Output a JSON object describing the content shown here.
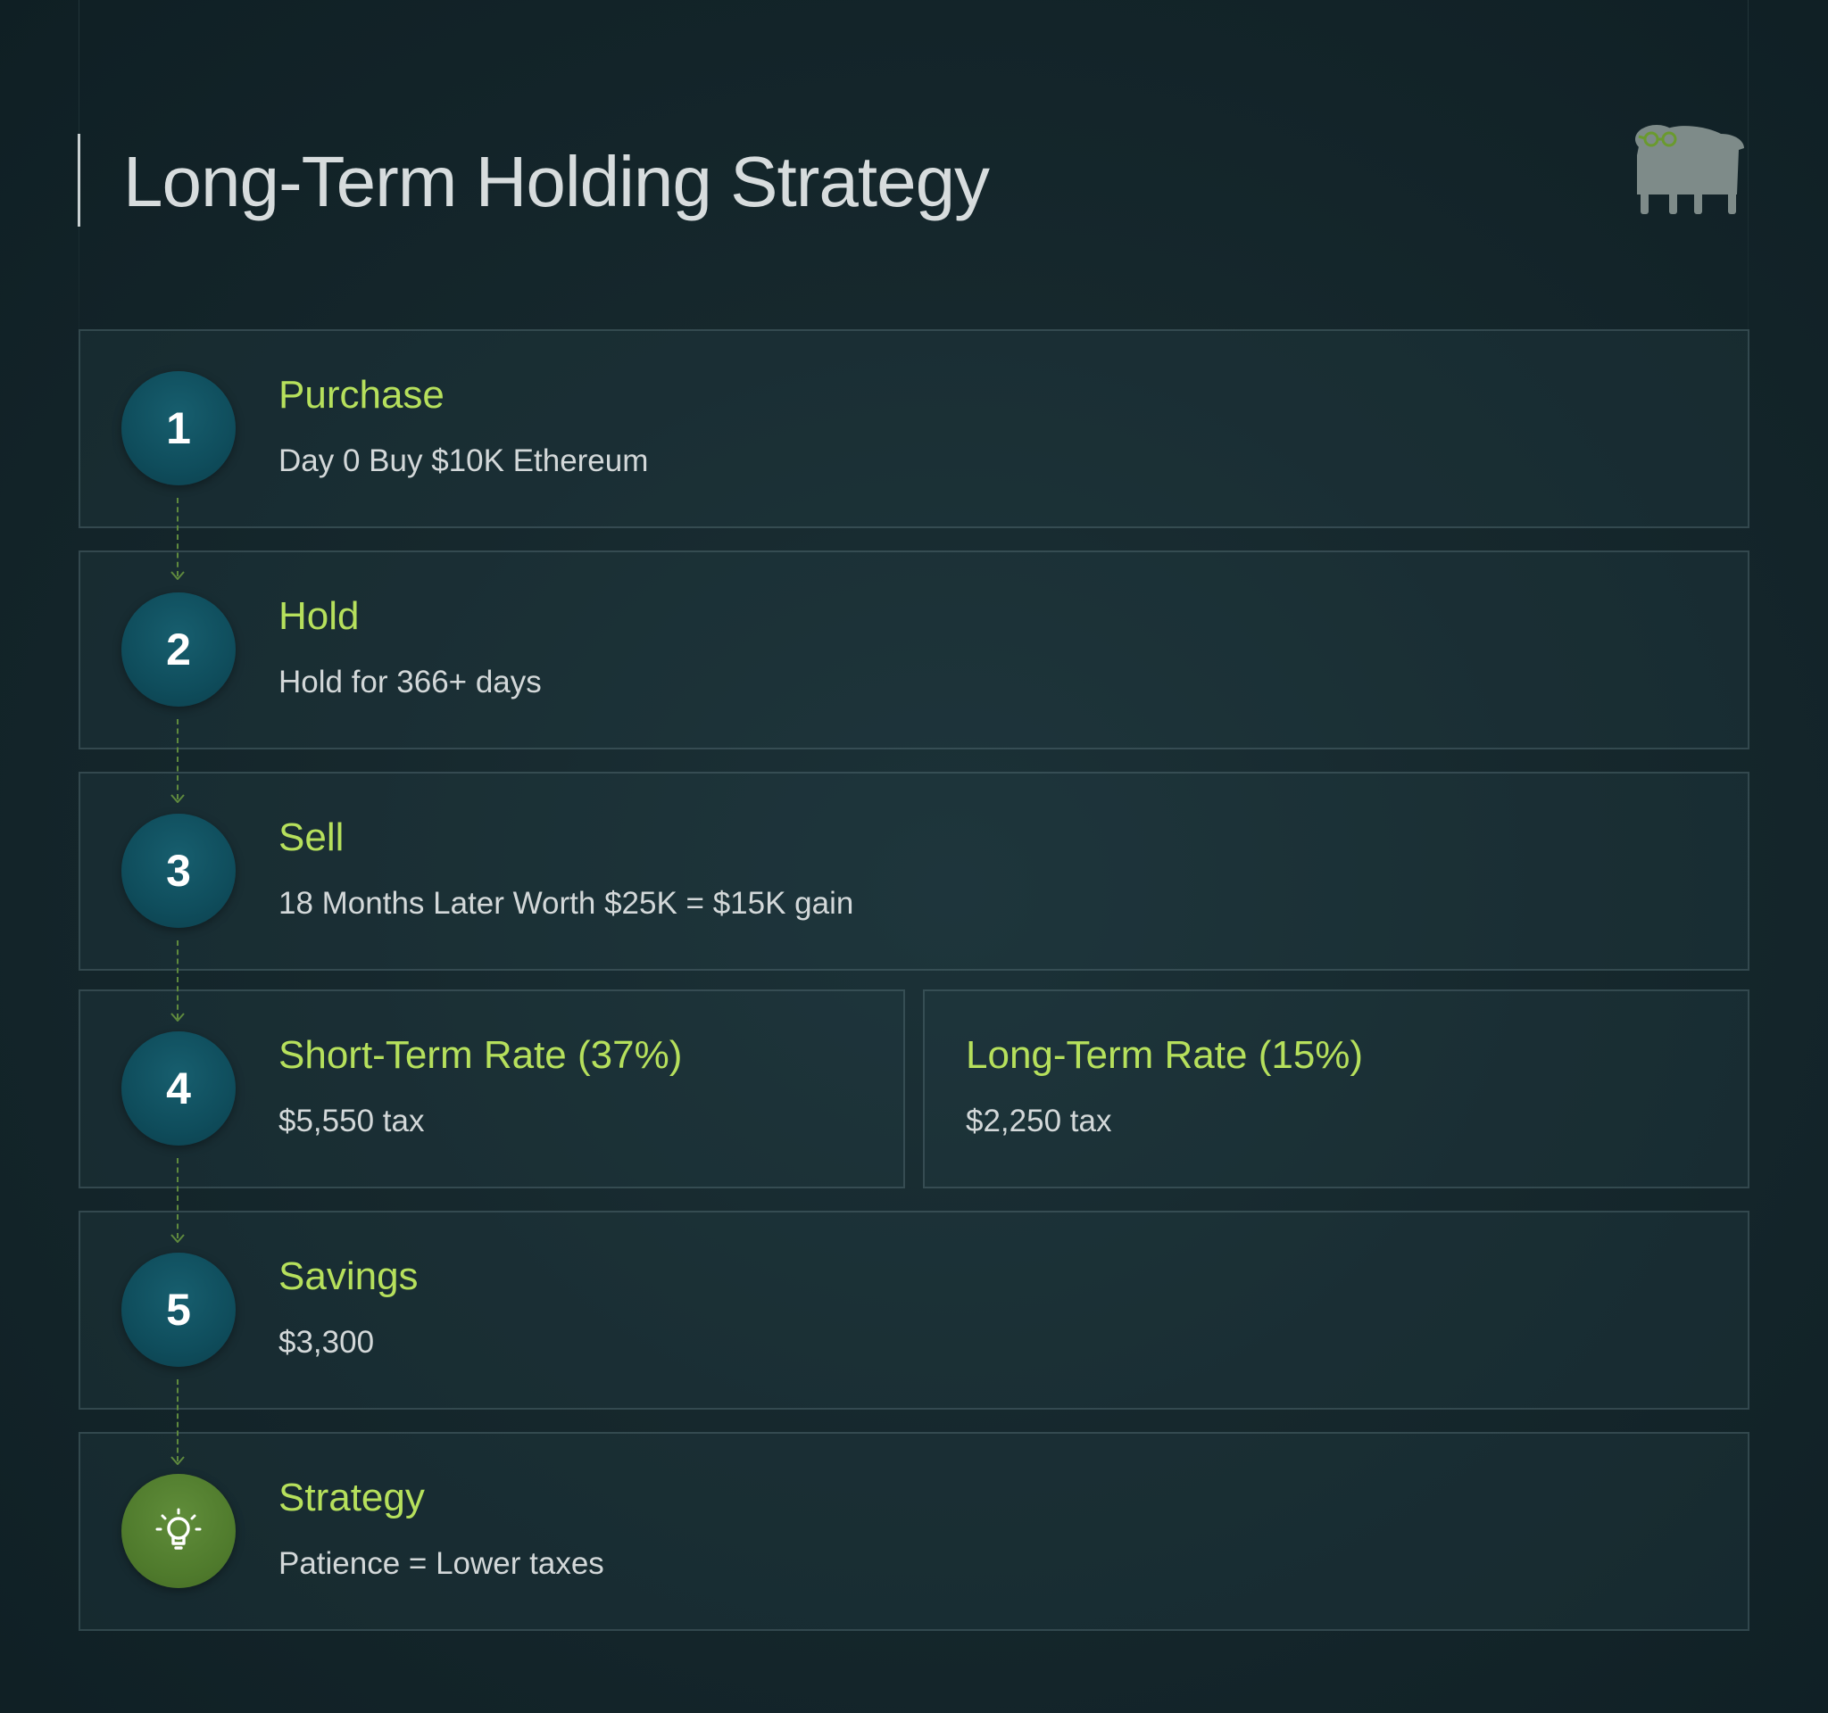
{
  "title": "Long-Term Holding Strategy",
  "logo_icon": "sheep-with-glasses-icon",
  "colors": {
    "background": "#16282d",
    "accent": "#b6e05c",
    "badge": "#0f4d5c",
    "strategy_badge": "#4f7a2c",
    "connector": "#5f8a3e"
  },
  "steps": [
    {
      "number": "1",
      "title": "Purchase",
      "description": "Day 0 Buy $10K Ethereum"
    },
    {
      "number": "2",
      "title": "Hold",
      "description": "Hold for 366+ days"
    },
    {
      "number": "3",
      "title": "Sell",
      "description": "18 Months Later Worth $25K = $15K gain"
    },
    {
      "number": "4",
      "options": [
        {
          "title": "Short-Term Rate (37%)",
          "description": "$5,550 tax"
        },
        {
          "title": "Long-Term Rate (15%)",
          "description": "$2,250 tax"
        }
      ]
    },
    {
      "number": "5",
      "title": "Savings",
      "description": "$3,300"
    },
    {
      "icon": "lightbulb-icon",
      "title": "Strategy",
      "description": "Patience = Lower taxes"
    }
  ]
}
